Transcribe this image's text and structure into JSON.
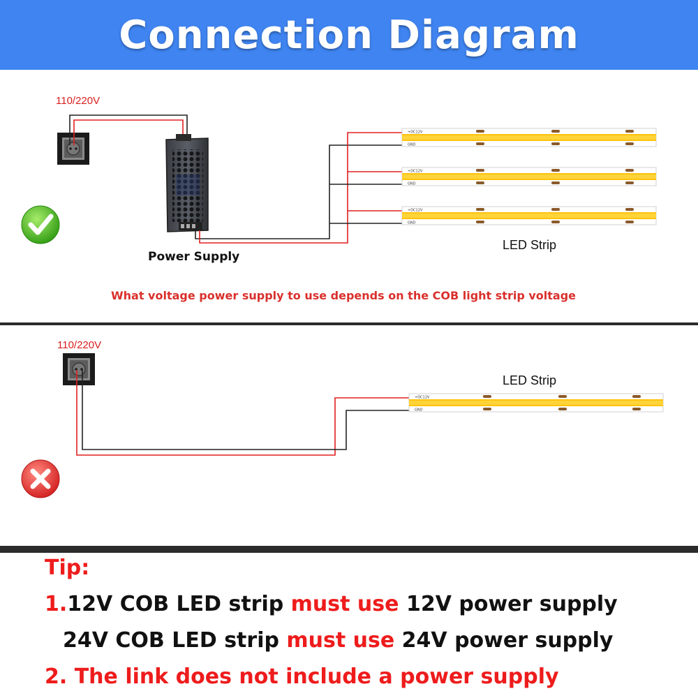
{
  "header": {
    "title": "Connection Diagram"
  },
  "correct": {
    "voltage_label": "110/220V",
    "power_supply_label": "Power Supply",
    "led_strip_label": "LED Strip",
    "note": "What voltage power supply to use depends on the COB light strip voltage",
    "strip_labels": {
      "positive": "+DC12V",
      "ground": "GND"
    }
  },
  "wrong": {
    "voltage_label": "110/220V",
    "led_strip_label": "LED Strip"
  },
  "tips": {
    "title": "Tip:",
    "line1_num": "1.",
    "line1_a": "12V COB LED strip ",
    "line1_b": "must use",
    "line1_c": " 12V power supply",
    "line2_a": "24V COB LED strip ",
    "line2_b": "must use",
    "line2_c": " 24V power supply",
    "line3": "2. The link does not include a power supply"
  },
  "colors": {
    "header_bg": "#3f84f0",
    "accent_red": "#ee1c1c",
    "strip_yellow": "#ffc20e",
    "ok_green": "#3fae1f",
    "error_red": "#e8312f"
  },
  "icons": {
    "ok": "check-circle-icon",
    "error": "x-circle-icon",
    "outlet": "wall-socket-icon"
  }
}
